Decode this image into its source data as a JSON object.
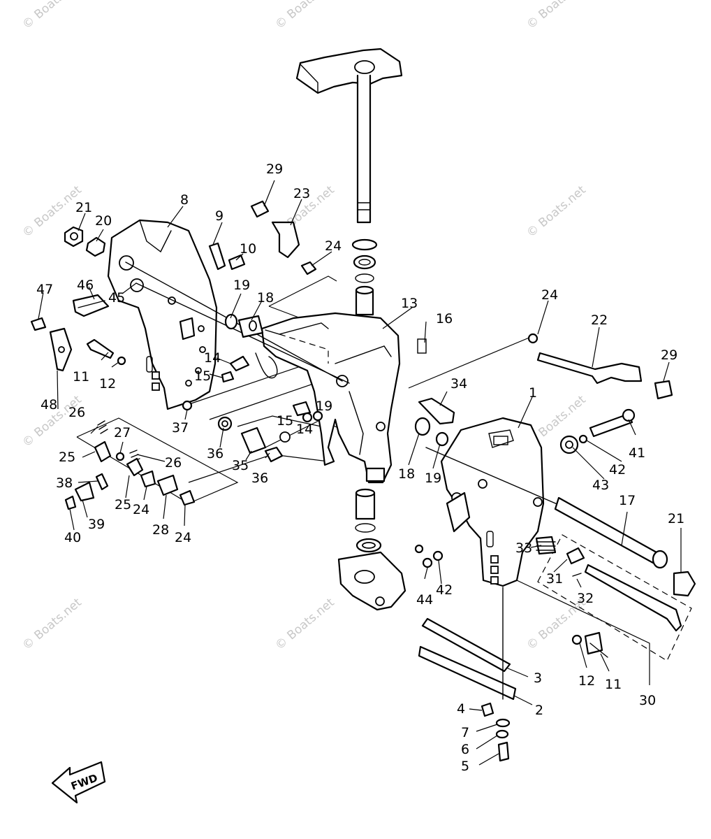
{
  "watermark": "© Boats.net",
  "fwd_label": "FWD",
  "callouts": [
    "1",
    "2",
    "3",
    "4",
    "5",
    "6",
    "7",
    "8",
    "9",
    "10",
    "11",
    "11",
    "11",
    "12",
    "12",
    "13",
    "14",
    "14",
    "15",
    "15",
    "16",
    "17",
    "18",
    "18",
    "19",
    "19",
    "19",
    "20",
    "21",
    "21",
    "22",
    "23",
    "24",
    "24",
    "24",
    "24",
    "24",
    "25",
    "25",
    "26",
    "26",
    "27",
    "28",
    "29",
    "29",
    "30",
    "31",
    "32",
    "33",
    "34",
    "35",
    "36",
    "36",
    "37",
    "38",
    "39",
    "40",
    "41",
    "42",
    "42",
    "43",
    "44",
    "45",
    "46",
    "47",
    "48"
  ]
}
